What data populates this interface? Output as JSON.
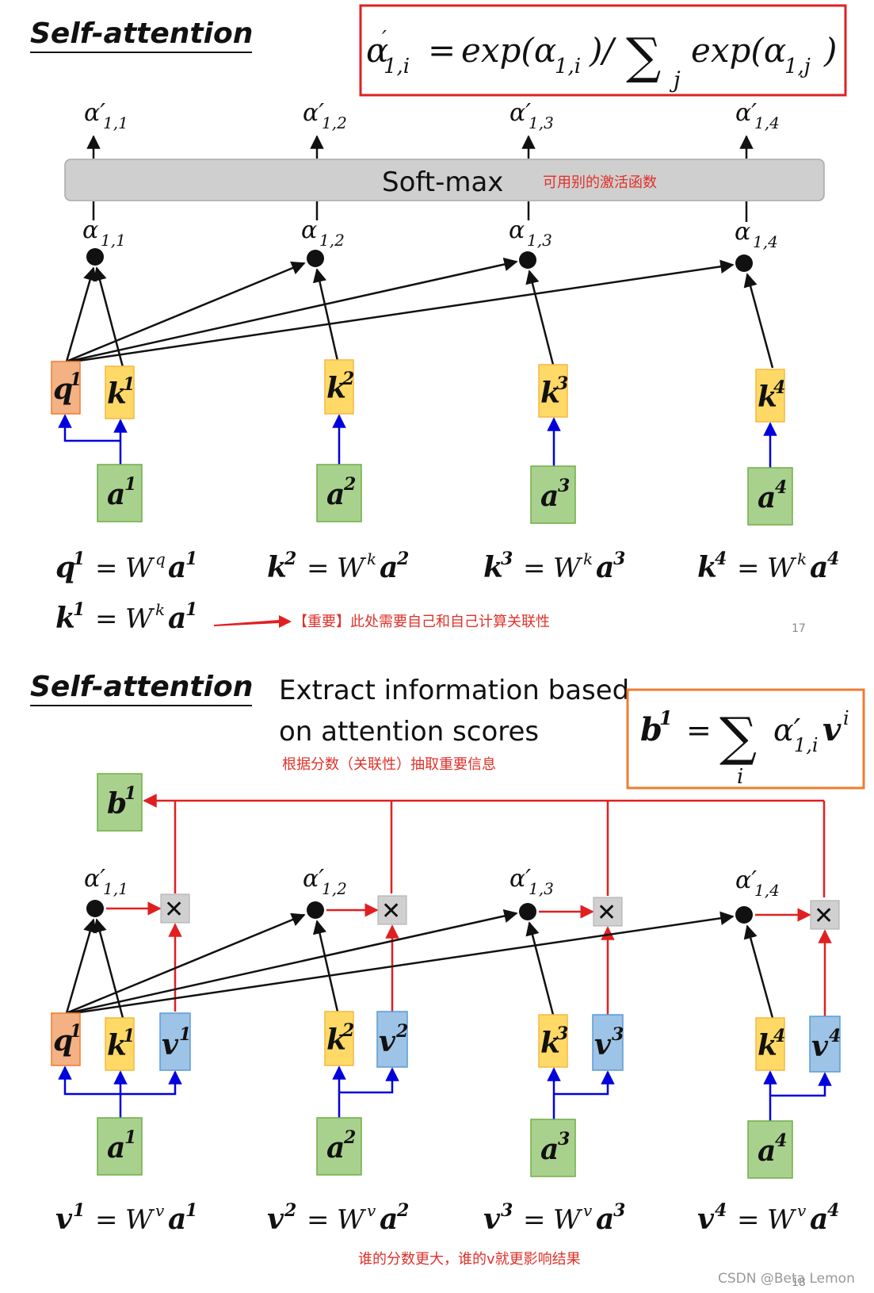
{
  "slide1": {
    "title": "Self-attention",
    "softmax_label": "Soft-max",
    "softmax_note": "可用别的激活函数",
    "formula": {
      "lhs_symbol": "α",
      "lhs_sub": "1,i",
      "eq": "=",
      "exp1": "exp(α",
      "exp1_sub": "1,i",
      "close_div": ")/",
      "sum": "∑",
      "sum_sub": "j",
      "exp2": "exp(α",
      "exp2_sub": "1,j",
      "close": ")"
    },
    "alpha_prime": [
      {
        "sym": "α′",
        "sub": "1,1"
      },
      {
        "sym": "α′",
        "sub": "1,2"
      },
      {
        "sym": "α′",
        "sub": "1,3"
      },
      {
        "sym": "α′",
        "sub": "1,4"
      }
    ],
    "alpha": [
      {
        "sym": "α",
        "sub": "1,1"
      },
      {
        "sym": "α",
        "sub": "1,2"
      },
      {
        "sym": "α",
        "sub": "1,3"
      },
      {
        "sym": "α",
        "sub": "1,4"
      }
    ],
    "q_box": {
      "base": "q",
      "sup": "1"
    },
    "k_boxes": [
      {
        "base": "k",
        "sup": "1"
      },
      {
        "base": "k",
        "sup": "2"
      },
      {
        "base": "k",
        "sup": "3"
      },
      {
        "base": "k",
        "sup": "4"
      }
    ],
    "a_boxes": [
      {
        "base": "a",
        "sup": "1"
      },
      {
        "base": "a",
        "sup": "2"
      },
      {
        "base": "a",
        "sup": "3"
      },
      {
        "base": "a",
        "sup": "4"
      }
    ],
    "equations": [
      {
        "lhs": "q",
        "lhs_sup": "1",
        "eq": "=",
        "w": "W",
        "w_sup": "q",
        "rhs": "a",
        "rhs_sup": "1"
      },
      {
        "lhs": "k",
        "lhs_sup": "2",
        "eq": "=",
        "w": "W",
        "w_sup": "k",
        "rhs": "a",
        "rhs_sup": "2"
      },
      {
        "lhs": "k",
        "lhs_sup": "3",
        "eq": "=",
        "w": "W",
        "w_sup": "k",
        "rhs": "a",
        "rhs_sup": "3"
      },
      {
        "lhs": "k",
        "lhs_sup": "4",
        "eq": "=",
        "w": "W",
        "w_sup": "k",
        "rhs": "a",
        "rhs_sup": "4"
      },
      {
        "lhs": "k",
        "lhs_sup": "1",
        "eq": "=",
        "w": "W",
        "w_sup": "k",
        "rhs": "a",
        "rhs_sup": "1"
      }
    ],
    "important_note": "【重要】此处需要自己和自己计算关联性",
    "page_number": "17"
  },
  "slide2": {
    "title": "Self-attention",
    "heading_line1": "Extract information based",
    "heading_line2": "on attention scores",
    "heading_note": "根据分数（关联性）抽取重要信息",
    "formula": {
      "lhs": "b",
      "lhs_sup": "1",
      "eq": "=",
      "sum": "∑",
      "sum_sub": "i",
      "alpha": "α′",
      "alpha_sub": "1,i",
      "v": "v",
      "v_sup": "i"
    },
    "b_box": {
      "base": "b",
      "sup": "1"
    },
    "alpha_prime": [
      {
        "sym": "α′",
        "sub": "1,1"
      },
      {
        "sym": "α′",
        "sub": "1,2"
      },
      {
        "sym": "α′",
        "sub": "1,3"
      },
      {
        "sym": "α′",
        "sub": "1,4"
      }
    ],
    "multiply_symbol": "✕",
    "q_box": {
      "base": "q",
      "sup": "1"
    },
    "k_boxes": [
      {
        "base": "k",
        "sup": "1"
      },
      {
        "base": "k",
        "sup": "2"
      },
      {
        "base": "k",
        "sup": "3"
      },
      {
        "base": "k",
        "sup": "4"
      }
    ],
    "v_boxes": [
      {
        "base": "v",
        "sup": "1"
      },
      {
        "base": "v",
        "sup": "2"
      },
      {
        "base": "v",
        "sup": "3"
      },
      {
        "base": "v",
        "sup": "4"
      }
    ],
    "a_boxes": [
      {
        "base": "a",
        "sup": "1"
      },
      {
        "base": "a",
        "sup": "2"
      },
      {
        "base": "a",
        "sup": "3"
      },
      {
        "base": "a",
        "sup": "4"
      }
    ],
    "equations": [
      {
        "lhs": "v",
        "lhs_sup": "1",
        "eq": "=",
        "w": "W",
        "w_sup": "v",
        "rhs": "a",
        "rhs_sup": "1"
      },
      {
        "lhs": "v",
        "lhs_sup": "2",
        "eq": "=",
        "w": "W",
        "w_sup": "v",
        "rhs": "a",
        "rhs_sup": "2"
      },
      {
        "lhs": "v",
        "lhs_sup": "3",
        "eq": "=",
        "w": "W",
        "w_sup": "v",
        "rhs": "a",
        "rhs_sup": "3"
      },
      {
        "lhs": "v",
        "lhs_sup": "4",
        "eq": "=",
        "w": "W",
        "w_sup": "v",
        "rhs": "a",
        "rhs_sup": "4"
      }
    ],
    "bottom_note": "谁的分数更大，谁的v就更影响结果",
    "page_number": "18"
  },
  "watermark": "CSDN @Beta Lemon",
  "colors": {
    "q_fill": "#f4b183",
    "q_stroke": "#ed7d31",
    "k_fill": "#ffd966",
    "k_stroke": "#f4b942",
    "v_fill": "#9dc3e6",
    "v_stroke": "#5b9bd5",
    "a_fill": "#a9d18e",
    "a_stroke": "#70ad47",
    "red": "#e02020",
    "blue": "#0000dd",
    "orange": "#ed7d31"
  }
}
